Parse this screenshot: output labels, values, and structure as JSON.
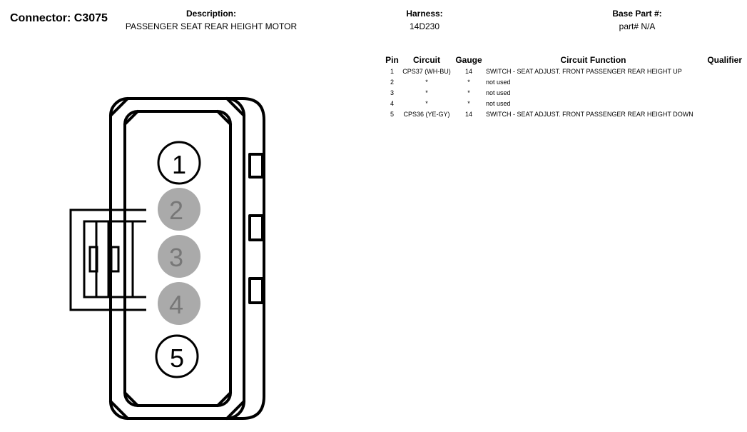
{
  "header": {
    "connector_label": "Connector: C3075",
    "description_label": "Description:",
    "description_value": "PASSENGER SEAT REAR HEIGHT MOTOR",
    "harness_label": "Harness:",
    "harness_value": "14D230",
    "base_part_label": "Base Part #:",
    "base_part_value": "part# N/A"
  },
  "table": {
    "columns": [
      "Pin",
      "Circuit",
      "Gauge",
      "Circuit Function",
      "Qualifier"
    ],
    "rows": [
      {
        "pin": "1",
        "circuit": "CPS37 (WH-BU)",
        "gauge": "14",
        "function": "SWITCH - SEAT ADJUST. FRONT PASSENGER REAR HEIGHT UP",
        "qualifier": ""
      },
      {
        "pin": "2",
        "circuit": "*",
        "gauge": "*",
        "function": "not used",
        "qualifier": ""
      },
      {
        "pin": "3",
        "circuit": "*",
        "gauge": "*",
        "function": "not used",
        "qualifier": ""
      },
      {
        "pin": "4",
        "circuit": "*",
        "gauge": "*",
        "function": "not used",
        "qualifier": ""
      },
      {
        "pin": "5",
        "circuit": "CPS36 (YE-GY)",
        "gauge": "14",
        "function": "SWITCH - SEAT ADJUST. FRONT PASSENGER REAR HEIGHT DOWN",
        "qualifier": ""
      }
    ]
  },
  "diagram": {
    "pins": [
      {
        "label": "1",
        "used": true
      },
      {
        "label": "2",
        "used": false
      },
      {
        "label": "3",
        "used": false
      },
      {
        "label": "4",
        "used": false
      },
      {
        "label": "5",
        "used": true
      }
    ],
    "colors": {
      "unused_fill": "#aaaaaa",
      "unused_text": "#777777",
      "outline": "#000000"
    }
  }
}
